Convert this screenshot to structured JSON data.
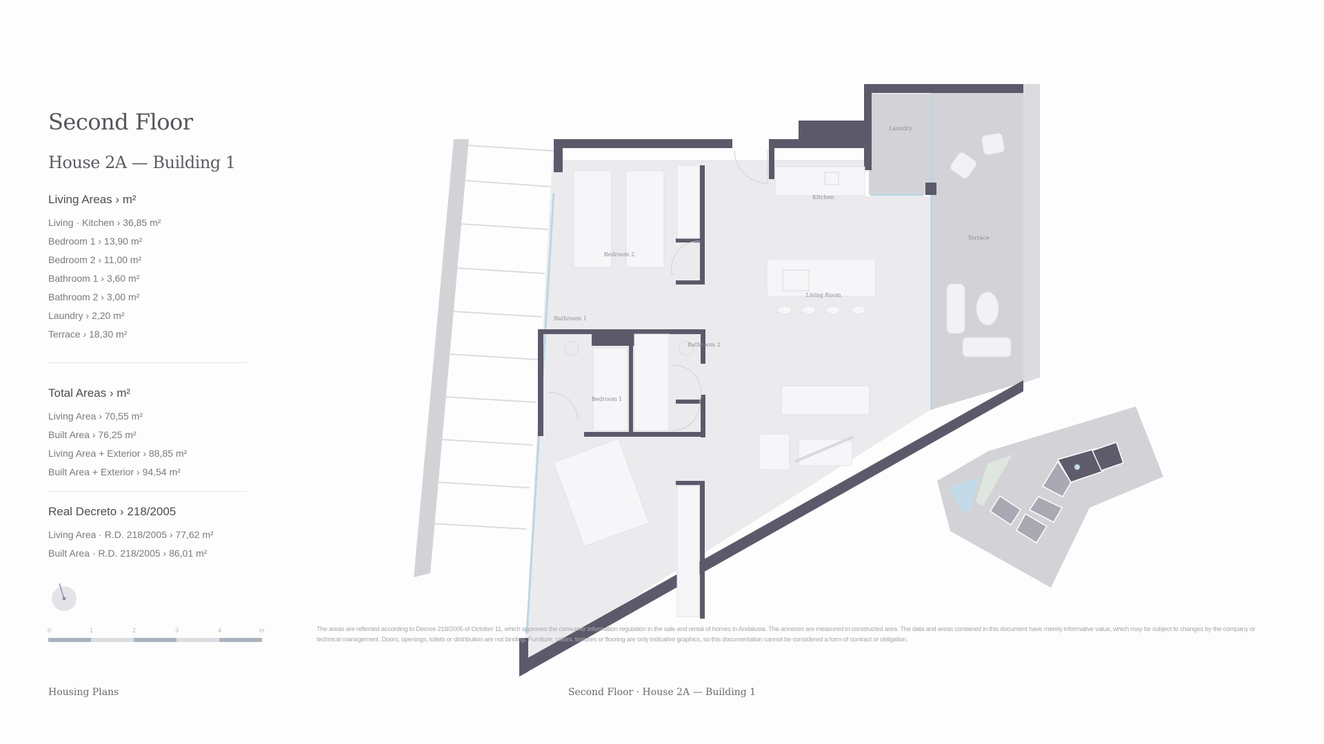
{
  "header": {
    "title": "Second Floor",
    "subtitle": "House 2A — Building 1"
  },
  "living_areas": {
    "heading": "Living Areas › m²",
    "items": [
      "Living · Kitchen › 36,85 m²",
      "Bedroom 1 › 13,90 m²",
      "Bedroom 2 › 11,00 m²",
      "Bathroom 1 › 3,60 m²",
      "Bathroom 2 › 3,00 m²",
      "Laundry › 2,20 m²",
      "Terrace › 18,30 m²"
    ]
  },
  "total_areas": {
    "heading": "Total Areas › m²",
    "items": [
      "Living Area › 70,55 m²",
      "Built Area › 76,25 m²",
      "Living Area + Exterior › 88,85 m²",
      "Built Area + Exterior › 94,54 m²"
    ]
  },
  "real_decreto": {
    "heading": "Real Decreto › 218/2005",
    "items": [
      "Living Area · R.D. 218/2005 › 77,62 m²",
      "Built Area · R.D. 218/2005 › 86,01 m²"
    ]
  },
  "compass": {
    "icon": "north-arrow-icon"
  },
  "scale_bar": {
    "labels": [
      "0",
      "1",
      "2",
      "3",
      "4",
      "m"
    ],
    "colors": [
      "#a9b4bf",
      "#dcdde0"
    ]
  },
  "floor_plan": {
    "rooms": {
      "kitchen": "Kitchen",
      "living_room": "Living Room",
      "bedroom_1": "Bedroom 1",
      "bedroom_2": "Bedroom 2",
      "bathroom_1": "Bathroom 1",
      "bathroom_2": "Bathroom 2",
      "laundry": "Laundry",
      "terrace": "Terrace"
    },
    "colors": {
      "wall": "#5c5a6a",
      "floor": "#ebebee",
      "terrace": "#d3d3d7",
      "glass": "#bcd6e2",
      "furniture": "#f6f6f8"
    }
  },
  "site_plan": {
    "colors": {
      "ground": "#d3d3d7",
      "building": "#a9a8b3",
      "highlight": "#5e5c6b",
      "pool": "#c3dbe8",
      "garden": "#dfe6df"
    }
  },
  "disclaimer": "The areas are reflected according to Decree 218/2005 of October 11, which approves the consumer information regulation in the sale and rental of homes in Andalusia. The annexes are measured in constructed area. The data and areas contained in this document have merely informative value, which may be subject to changes by the company or technical management. Doors, openings, toilets or distribution are not binding. Furniture, colors, textures or flooring are only indicative graphics, so this documentation cannot be considered a form of contract or obligation.",
  "footer": {
    "left": "Housing Plans",
    "center": "Second Floor · House 2A — Building 1"
  }
}
